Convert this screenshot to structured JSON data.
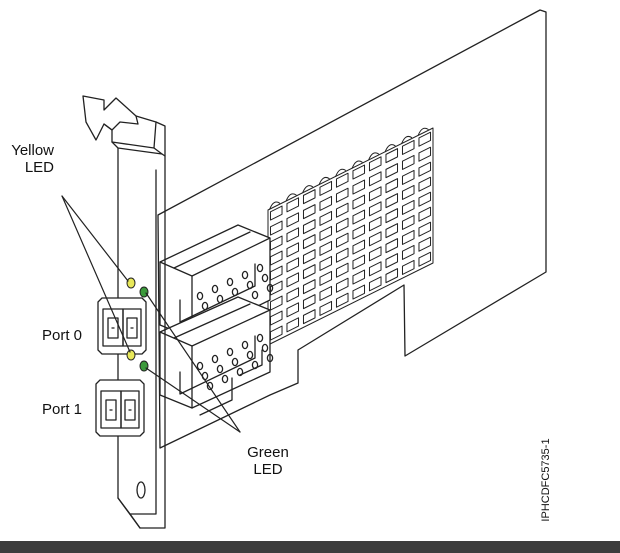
{
  "labels": {
    "yellow_led": [
      "Yellow",
      "LED"
    ],
    "green_led": [
      "Green",
      "LED"
    ],
    "port0": "Port 0",
    "port1": "Port 1",
    "figure_id": "IPHCDFC5735-1"
  },
  "colors": {
    "yellow_led": "#e8e85a",
    "green_led": "#3c9a3c",
    "line": "#222222",
    "bottom_bar": "#3c3c3c"
  }
}
